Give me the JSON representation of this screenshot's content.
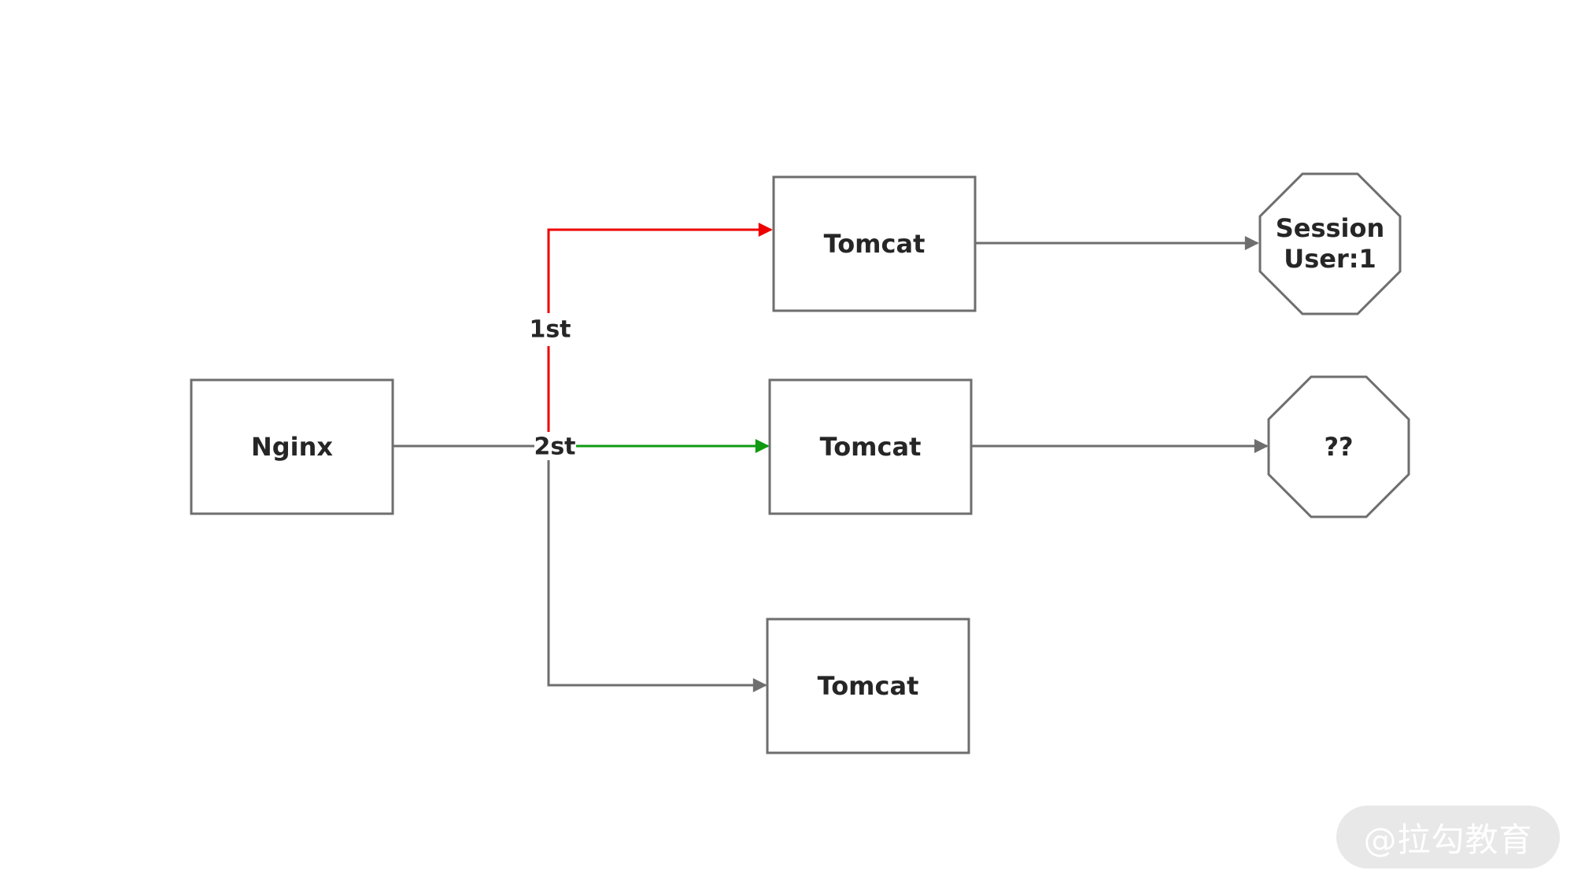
{
  "diagram": {
    "nodes": {
      "nginx": "Nginx",
      "tomcat_top": "Tomcat",
      "tomcat_mid": "Tomcat",
      "tomcat_bottom": "Tomcat",
      "session_top_line1": "Session",
      "session_top_line2": "User:1",
      "session_mid": "??"
    },
    "edges": {
      "label_first": "1st",
      "label_second": "2st"
    },
    "colors": {
      "first_request": "#ee0000",
      "second_request": "#119911",
      "default_edge": "#6e6e6e"
    }
  },
  "watermark": {
    "text": "@拉勾教育"
  }
}
